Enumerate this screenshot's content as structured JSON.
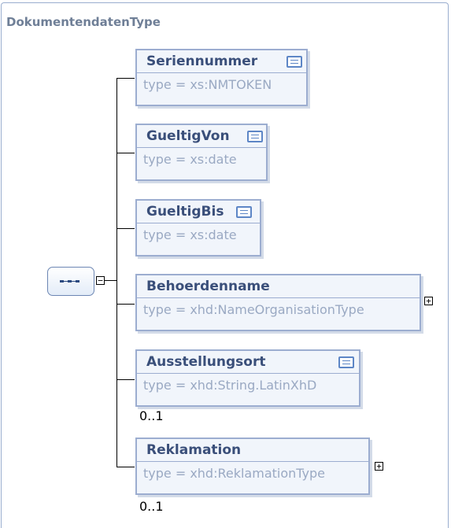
{
  "diagram": {
    "type_name": "DokumentendatenType",
    "elements": [
      {
        "name": "Seriennummer",
        "type": "type = xs:NMTOKEN",
        "has_doc": true,
        "expandable": false,
        "occurs": ""
      },
      {
        "name": "GueltigVon",
        "type": "type = xs:date",
        "has_doc": true,
        "expandable": false,
        "occurs": ""
      },
      {
        "name": "GueltigBis",
        "type": "type = xs:date",
        "has_doc": true,
        "expandable": false,
        "occurs": ""
      },
      {
        "name": "Behoerdenname",
        "type": "type = xhd:NameOrganisationType",
        "has_doc": false,
        "expandable": true,
        "occurs": ""
      },
      {
        "name": "Ausstellungsort",
        "type": "type = xhd:String.LatinXhD",
        "has_doc": true,
        "expandable": false,
        "occurs": "0..1"
      },
      {
        "name": "Reklamation",
        "type": "type = xhd:ReklamationType",
        "has_doc": false,
        "expandable": true,
        "occurs": "0..1"
      }
    ],
    "sequence_toggle": "−",
    "expand_symbol": "+",
    "icons": {
      "sequence": "sequence-compositor-icon",
      "documentation": "documentation-icon"
    },
    "colors": {
      "title": "#6f7f97",
      "element_border": "#9cadd0",
      "element_fill": "#f1f5fb",
      "element_name": "#3a4f7a",
      "type_text": "#9aa9c3",
      "doc_icon": "#5d86c6"
    }
  }
}
